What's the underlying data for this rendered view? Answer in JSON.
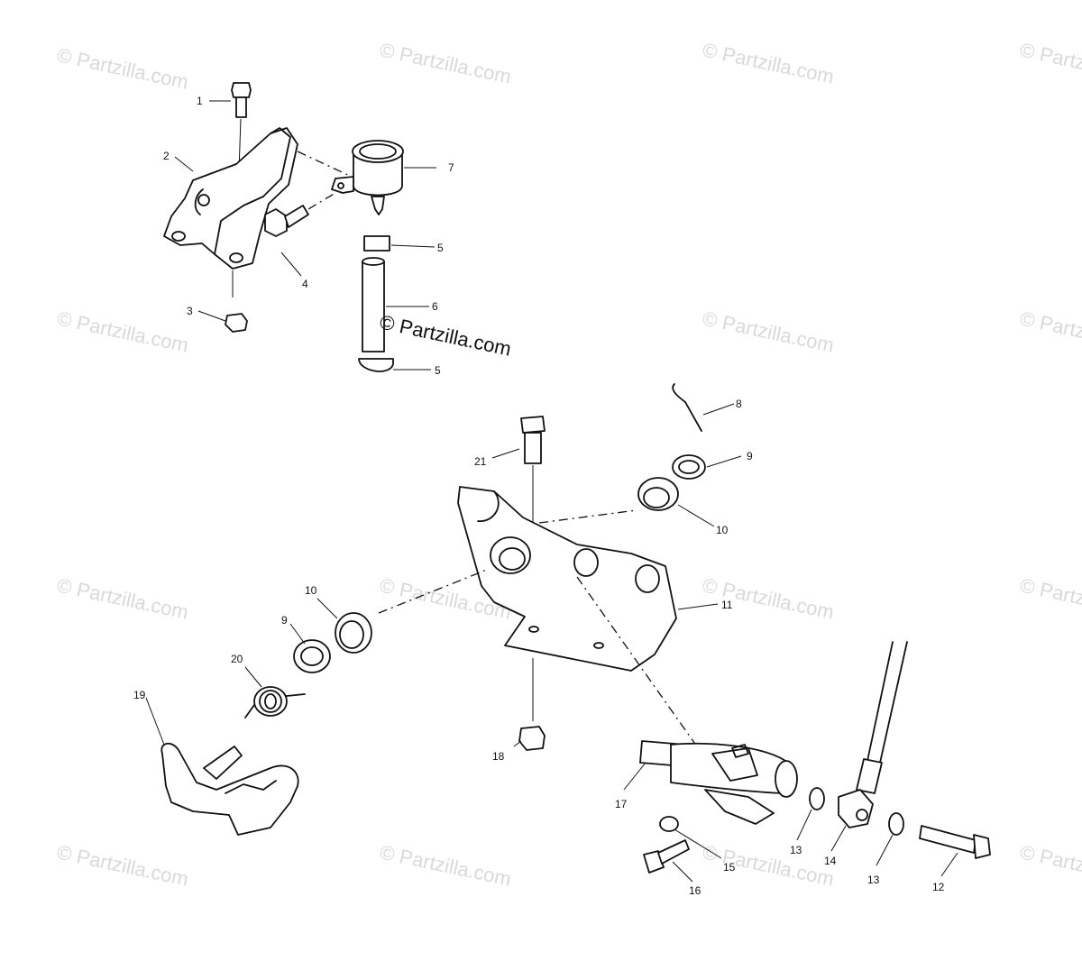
{
  "watermarks": {
    "text": "© Partzilla.com",
    "color": "#d9d9d9"
  },
  "brand_mark": {
    "text": "© Partzilla.com"
  },
  "callouts": [
    "1",
    "2",
    "3",
    "4",
    "5",
    "6",
    "5",
    "7",
    "8",
    "9",
    "10",
    "21",
    "11",
    "10",
    "9",
    "20",
    "19",
    "18",
    "17",
    "13",
    "14",
    "13",
    "12",
    "15",
    "16"
  ],
  "colors": {
    "line": "#111111",
    "background": "#ffffff"
  }
}
